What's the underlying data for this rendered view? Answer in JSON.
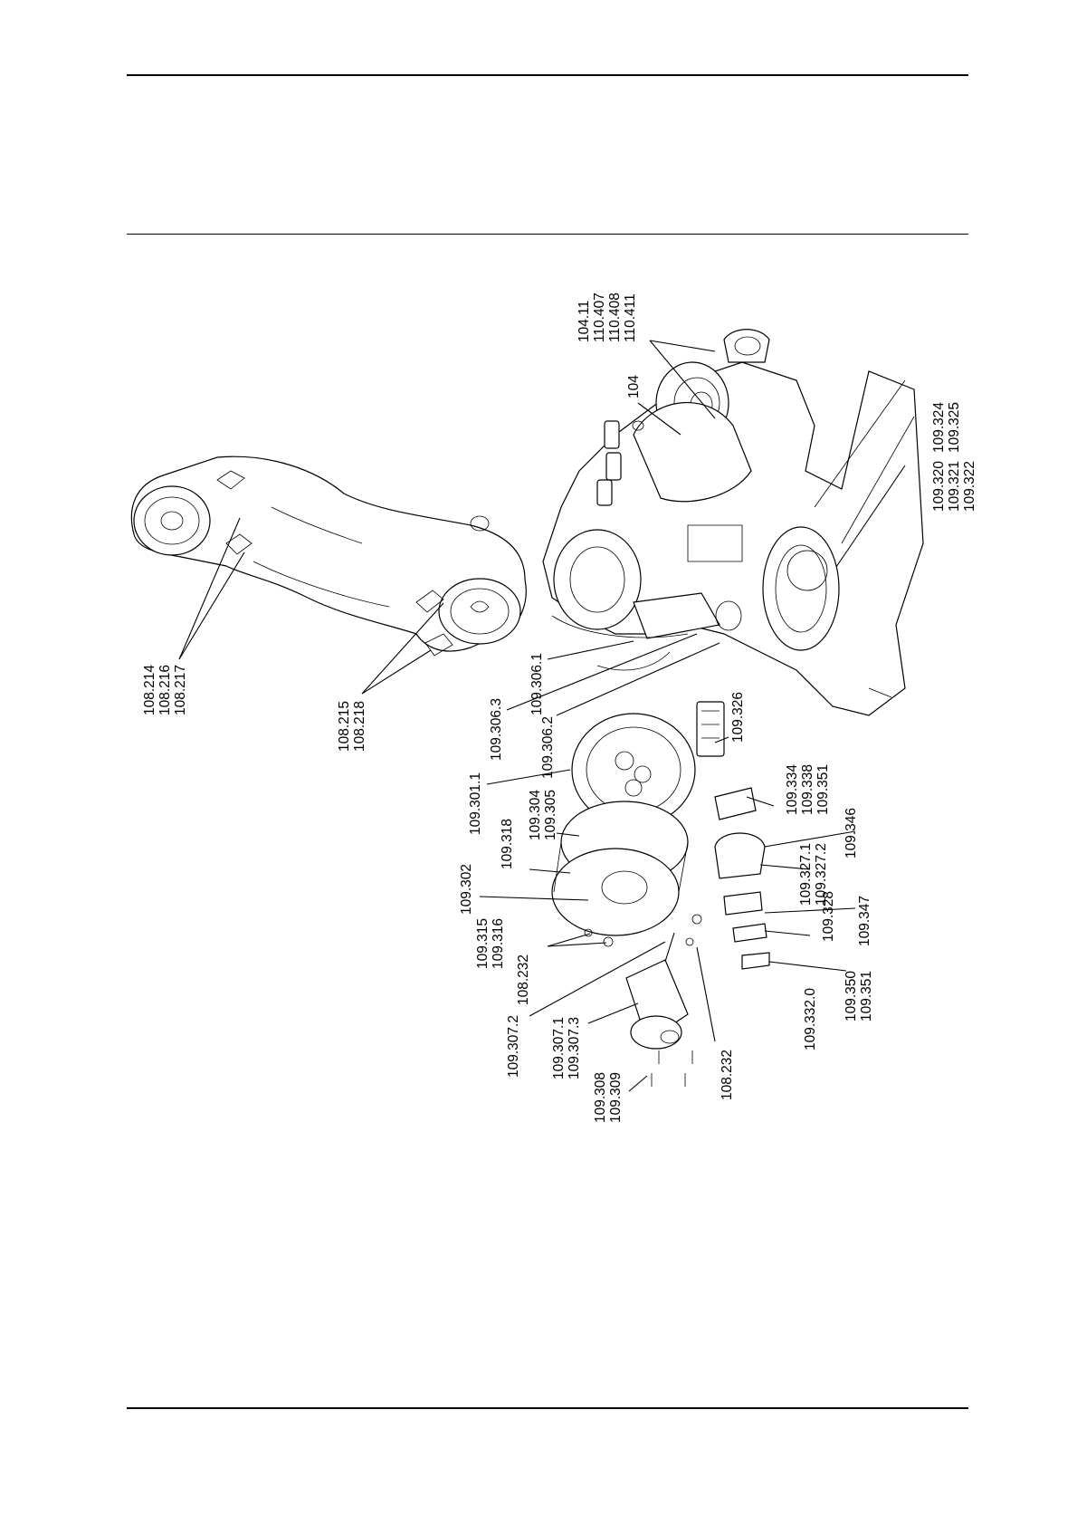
{
  "diagram": {
    "labels": {
      "g_104_11": [
        "104.11",
        "110.407",
        "110.408",
        "110.411"
      ],
      "g_104": [
        "104"
      ],
      "g_109_324": [
        "109.324",
        "109.325"
      ],
      "g_109_320": [
        "109.320",
        "109.321",
        "109.322"
      ],
      "g_108_214": [
        "108.214",
        "108.216",
        "108.217"
      ],
      "g_108_215": [
        "108.215",
        "108.218"
      ],
      "g_109_306_1": [
        "109.306.1"
      ],
      "g_109_306_3": [
        "109.306.3"
      ],
      "g_109_306_2": [
        "109.306.2"
      ],
      "g_109_301_1": [
        "109.301.1"
      ],
      "g_109_326": [
        "109.326"
      ],
      "g_109_334": [
        "109.334",
        "109.338",
        "109.351"
      ],
      "g_109_304": [
        "109.304",
        "109.305"
      ],
      "g_109_318": [
        "109.318"
      ],
      "g_109_346": [
        "109.346"
      ],
      "g_109_302": [
        "109.302"
      ],
      "g_109_327": [
        "109.327.1",
        "109.327.2"
      ],
      "g_109_315": [
        "109.315",
        "109.316"
      ],
      "g_108_232a": [
        "108.232"
      ],
      "g_109_328": [
        "109.328"
      ],
      "g_109_347": [
        "109.347"
      ],
      "g_109_307_2": [
        "109.307.2"
      ],
      "g_109_350": [
        "109.350",
        "109.351"
      ],
      "g_109_307_1": [
        "109.307.1",
        "109.307.3"
      ],
      "g_109_332": [
        "109.332.0"
      ],
      "g_108_232b": [
        "108.232"
      ],
      "g_109_308": [
        "109.308",
        "109.309"
      ]
    }
  }
}
